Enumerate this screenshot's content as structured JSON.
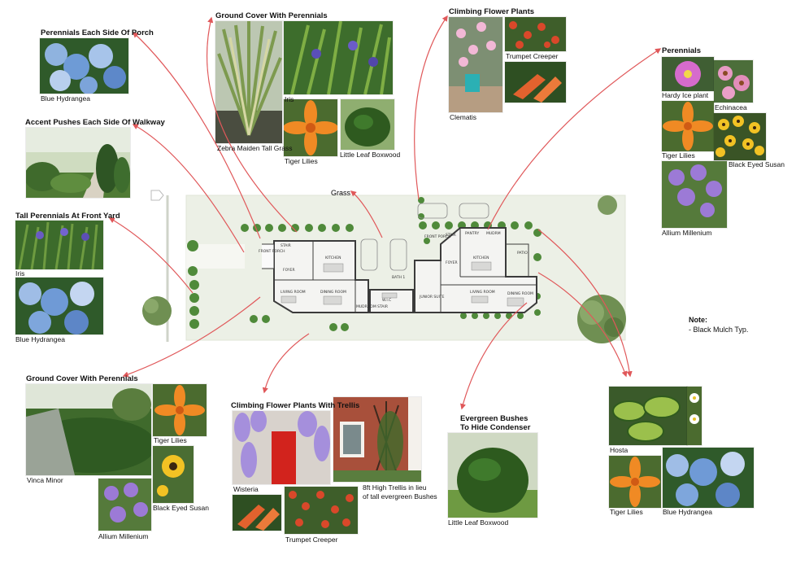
{
  "groups": {
    "porch": {
      "title": "Perennials Each Side Of Porch",
      "plants": [
        "Blue Hydrangea"
      ]
    },
    "walkway": {
      "title": "Accent Pushes Each Side Of Walkway"
    },
    "front_yard": {
      "title": "Tall Perennials At Front Yard",
      "plants": [
        "Iris",
        "Blue Hydrangea"
      ]
    },
    "ground_top": {
      "title": "Ground Cover With Perennials",
      "plants": [
        "Zebra Maiden Tall Grass",
        "Iris",
        "Tiger Lilies",
        "Little Leaf Boxwood"
      ]
    },
    "climbing_top": {
      "title": "Climbing Flower Plants",
      "plants": [
        "Trumpet Creeper",
        "Clematis"
      ]
    },
    "perennials_right": {
      "title": "Perennials",
      "plants": [
        "Hardy Ice plant",
        "Echinacea",
        "Tiger Lilies",
        "Black Eyed Susan",
        "Allium Millenium"
      ]
    },
    "ground_bottom": {
      "title": "Ground Cover With Perennials",
      "plants": [
        "Tiger Lilies",
        "Vinca Minor",
        "Black Eyed Susan",
        "Allium Millenium"
      ]
    },
    "trellis": {
      "title": "Climbing Flower Plants With Trellis",
      "plants": [
        "Wisteria",
        "Trumpet Creeper"
      ],
      "note": [
        "8ft High Trellis in lieu",
        "of tall evergreen Bushes"
      ]
    },
    "evergreen": {
      "title": [
        "Evergreen Bushes",
        "To Hide Condenser"
      ],
      "plants": [
        "Little Leaf Boxwood"
      ]
    },
    "bottom_right": {
      "plants": [
        "Hosta",
        "Tiger Lilies",
        "Blue Hydrangea"
      ]
    }
  },
  "site_labels": {
    "grass": "Grass"
  },
  "note": {
    "title": "Note:",
    "line": "- Black Mulch Typ."
  },
  "floor_plan": {
    "left_unit": [
      "FRONT PORCH",
      "STAIR",
      "FOYER",
      "KITCHEN",
      "LIVING ROOM",
      "DINING ROOM",
      "MUDROOM STAIR",
      "W.I.C",
      "BATH 1"
    ],
    "right_unit": [
      "FRONT PORCH",
      "STAIR",
      "PANTRY",
      "MUDRM",
      "FOYER",
      "KITCHEN",
      "PATIO",
      "JUNIOR SUITE",
      "LIVING ROOM",
      "DINING ROOM"
    ]
  },
  "colors": {
    "arrow": "#e0585a",
    "lawn": "#ecf0e6",
    "plan_wall": "#3b3b3b",
    "shrub": "#4f8a3a"
  }
}
